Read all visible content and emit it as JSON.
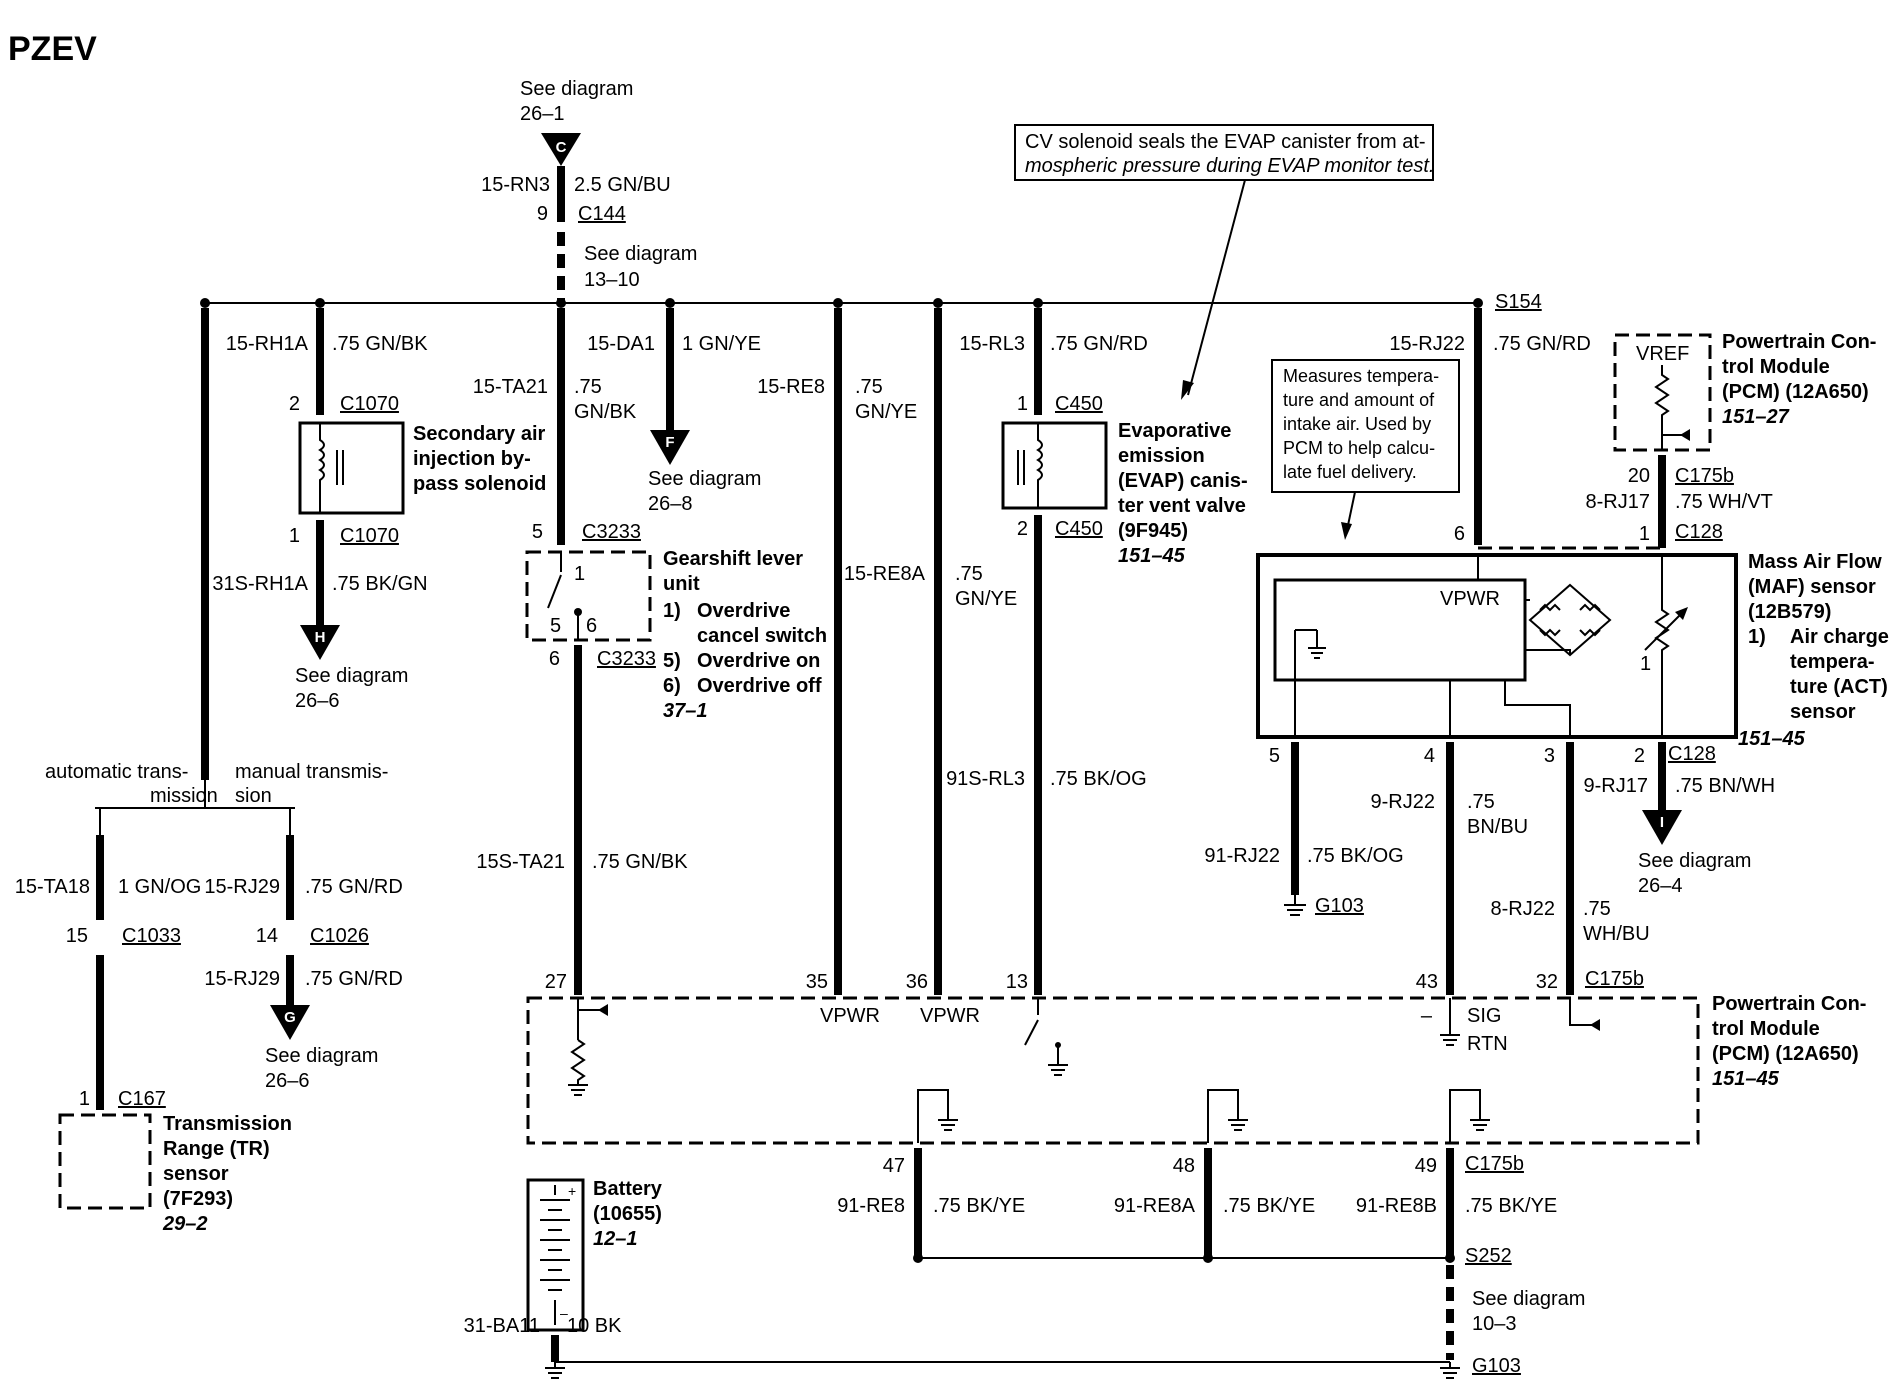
{
  "title": "PZEV",
  "connectors": {
    "c_top": {
      "see": "See diagram",
      "ref": "26–1",
      "letter": "C",
      "circuit": "15-RN3",
      "wire": "2.5 GN/BU",
      "pin": "9",
      "conn": "C144"
    },
    "s1310": {
      "see": "See diagram",
      "ref": "13–10"
    },
    "s154": "S154"
  },
  "callouts": {
    "cv": [
      "CV solenoid seals the EVAP canister from at-",
      "mospheric pressure during EVAP monitor test."
    ],
    "maf": [
      "Measures tempera-",
      "ture and amount of",
      "intake air. Used by",
      "PCM to help calcu-",
      "late fuel delivery."
    ]
  },
  "branches": {
    "trans": {
      "auto": [
        "automatic trans-",
        "mission"
      ],
      "manual": [
        "manual transmis-",
        "sion"
      ],
      "a_circuit": "15-TA18",
      "a_wire": "1 GN/OG",
      "a_pin": "15",
      "a_conn": "C1033",
      "m_circuit": "15-RJ29",
      "m_wire": ".75 GN/RD",
      "m_pin": "14",
      "m_conn": "C1026",
      "m2_circuit": "15-RJ29",
      "m2_wire": ".75 GN/RD",
      "m_letter": "G",
      "m_see": "See diagram",
      "m_ref": "26–6",
      "tr_pin": "1",
      "tr_conn": "C167",
      "tr_name": [
        "Transmission",
        "Range (TR)",
        "sensor",
        "(7F293)"
      ],
      "tr_ref": "29–2"
    },
    "sair": {
      "circuit": "15-RH1A",
      "wire": ".75 GN/BK",
      "pin_in": "2",
      "conn_in": "C1070",
      "name": [
        "Secondary air",
        "injection by-",
        "pass solenoid"
      ],
      "pin_out": "1",
      "conn_out": "C1070",
      "circuit_out": "31S-RH1A",
      "wire_out": ".75 BK/GN",
      "letter": "H",
      "see": "See diagram",
      "ref": "26–6"
    },
    "gear": {
      "circuit": "15-TA21",
      "wire1": ".75",
      "wire2": "GN/BK",
      "pin_in": "5",
      "conn_in": "C3233",
      "p1": "1",
      "p5": "5",
      "p6": "6",
      "pin_out": "6",
      "conn_out": "C3233",
      "name": [
        "Gearshift lever",
        "unit"
      ],
      "items": [
        {
          "n": "1)",
          "t": [
            "Overdrive",
            "cancel switch"
          ]
        },
        {
          "n": "5)",
          "t": [
            "Overdrive on"
          ]
        },
        {
          "n": "6)",
          "t": [
            "Overdrive off"
          ]
        }
      ],
      "ref": "37–1",
      "circuit2": "15S-TA21",
      "wire3": ".75 GN/BK",
      "pcm_pin": "27"
    },
    "da1": {
      "circuit": "15-DA1",
      "wire": "1 GN/YE",
      "letter": "F",
      "see": "See diagram",
      "ref": "26–8"
    },
    "re8": {
      "circuit": "15-RE8",
      "wire1": ".75",
      "wire2": "GN/YE",
      "pin": "35",
      "pcm": "VPWR"
    },
    "re8a": {
      "circuit": "15-RE8A",
      "wire1": ".75",
      "wire2": "GN/YE",
      "pin": "36",
      "pcm": "VPWR"
    },
    "evap": {
      "circuit": "15-RL3",
      "wire": ".75 GN/RD",
      "pin_in": "1",
      "conn_in": "C450",
      "pin_out": "2",
      "conn_out": "C450",
      "name": [
        "Evaporative",
        "emission",
        "(EVAP) canis-",
        "ter vent valve",
        "(9F945)"
      ],
      "ref": "151–45",
      "circuit2": "91S-RL3",
      "wire2": ".75 BK/OG",
      "pcm_pin": "13"
    },
    "maf": {
      "circuit": "15-RJ22",
      "wire": ".75 GN/RD",
      "pin6": "6",
      "vpwr": "VPWR",
      "name": [
        "Mass Air Flow",
        "(MAF) sensor",
        "(12B579)"
      ],
      "item_n": "1)",
      "item_t": [
        "Air charge",
        "tempera-",
        "ture (ACT)",
        "sensor"
      ],
      "ref": "151–45",
      "pin5": "5",
      "pin4": "4",
      "pin3": "3",
      "pin2": "2",
      "pin1": "1",
      "conn_bottom": "C128",
      "g_circuit": "91-RJ22",
      "g_wire": ".75 BK/OG",
      "g": "G103",
      "s_circuit": "9-RJ22",
      "s_wire1": ".75",
      "s_wire2": "BN/BU",
      "r_circuit": "8-RJ22",
      "r_wire1": ".75",
      "r_wire2": "WH/BU",
      "a_circuit": "9-RJ17",
      "a_wire": ".75 BN/WH",
      "letter": "I",
      "see": "See diagram",
      "a_ref": "26–4",
      "pcm43": "43",
      "pcm32": "32",
      "conn_pcm": "C175b",
      "sig": "SIG",
      "rtn": "RTN",
      "minus": "–"
    },
    "pcm_top": {
      "name": [
        "Powertrain Con-",
        "trol Module",
        "(PCM) (12A650)"
      ],
      "ref": "151–27",
      "vref": "VREF",
      "pin20": "20",
      "conn20": "C175b",
      "circuit": "8-RJ17",
      "wire": ".75 WH/VT",
      "pin1": "1",
      "conn1": "C128"
    }
  },
  "pcm": {
    "name": [
      "Powertrain Con-",
      "trol Module",
      "(PCM) (12A650)"
    ],
    "ref": "151–45"
  },
  "grounds": {
    "p47": "47",
    "p48": "48",
    "p49": "49",
    "conn": "C175b",
    "c1": "91-RE8",
    "w1": ".75 BK/YE",
    "c2": "91-RE8A",
    "w2": ".75 BK/YE",
    "c3": "91-RE8B",
    "w3": ".75 BK/YE",
    "splice": "S252",
    "see": "See diagram",
    "ref": "10–3",
    "g": "G103"
  },
  "battery": {
    "name": [
      "Battery",
      "(10655)"
    ],
    "ref": "12–1",
    "circuit": "31-BA11",
    "wire": "10 BK",
    "plus": "+",
    "minus": "–"
  }
}
